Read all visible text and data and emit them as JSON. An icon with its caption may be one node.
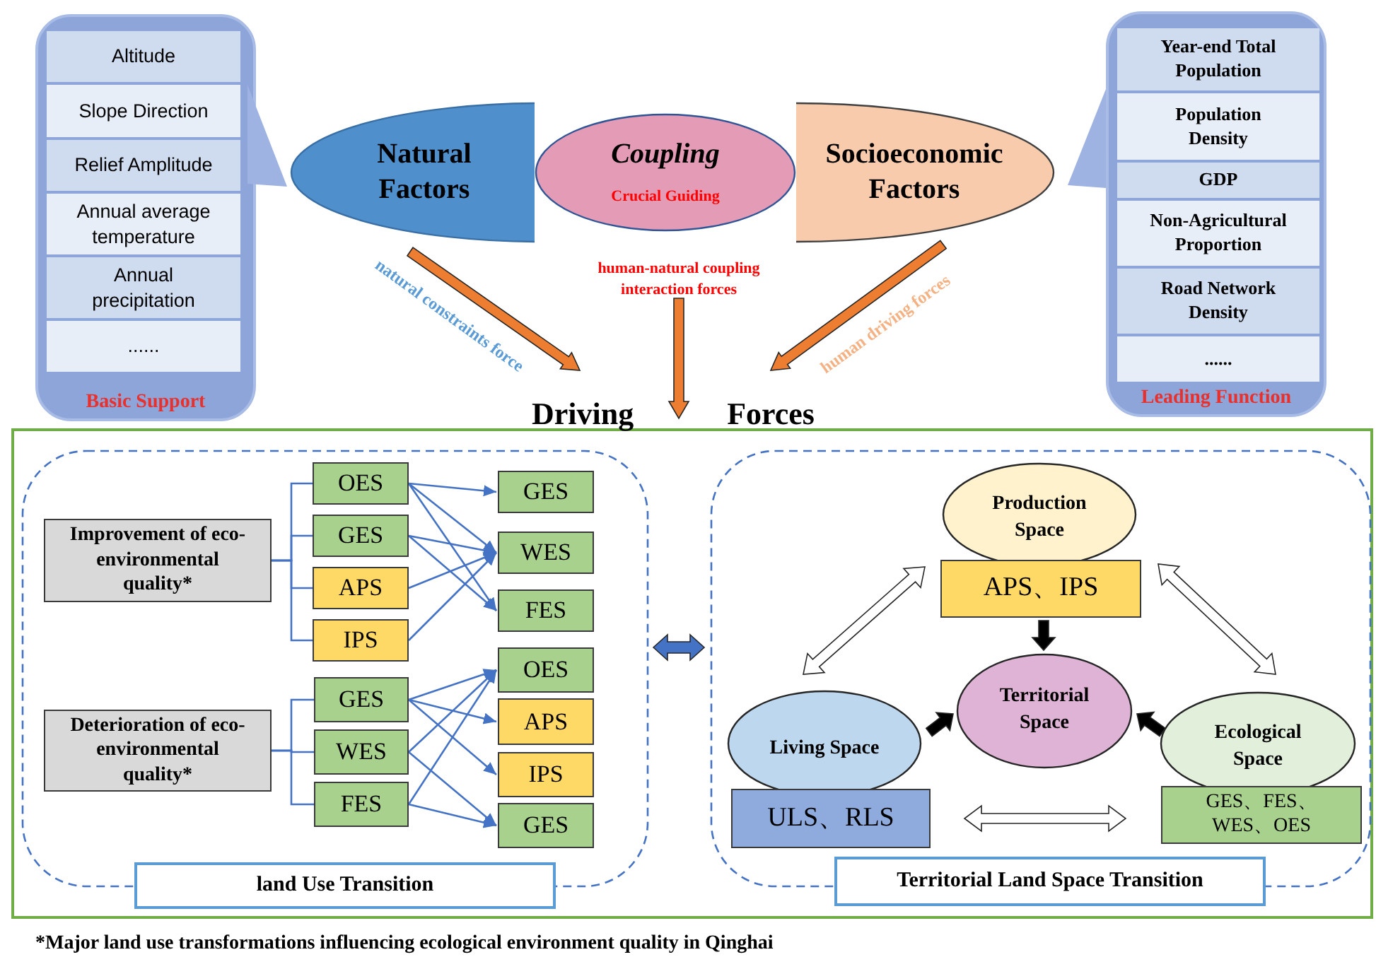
{
  "diagram": {
    "caption": "*Major land use transformations influencing ecological environment quality in Qinghai",
    "nodes": [
      {
        "text": [
          "Basic Support"
        ]
      },
      {
        "text": [
          "Altitude"
        ],
        "in": 0
      },
      {
        "text": [
          "Slope Direction"
        ],
        "in": 0
      },
      {
        "text": [
          "Relief Amplitude"
        ],
        "in": 0
      },
      {
        "text": [
          "Annual average temperature"
        ],
        "in": 0
      },
      {
        "text": [
          "Annual precipitation"
        ],
        "in": 0
      },
      {
        "text": [
          "......"
        ],
        "in": 0
      },
      {
        "text": [
          "Natural Factors"
        ]
      },
      {
        "text": [
          "Coupling",
          "Crucial Guiding"
        ]
      },
      {
        "text": [
          "Socioeconomic Factors"
        ]
      },
      {
        "text": [
          "Leading Function"
        ]
      },
      {
        "text": [
          "Year-end Total Population"
        ],
        "in": 10
      },
      {
        "text": [
          "Population Density"
        ],
        "in": 10
      },
      {
        "text": [
          "GDP"
        ],
        "in": 10
      },
      {
        "text": [
          "Non-Agricultural Proportion"
        ],
        "in": 10
      },
      {
        "text": [
          "Road Network Density"
        ],
        "in": 10
      },
      {
        "text": [
          "......"
        ],
        "in": 10
      },
      {
        "text": [
          "Driving",
          "Forces"
        ]
      },
      {
        "text": [
          "land Use Transition"
        ]
      },
      {
        "text": [
          "Improvement of eco-environmental quality*"
        ],
        "in": 18
      },
      {
        "text": [
          "OES"
        ],
        "in": 18
      },
      {
        "text": [
          "GES"
        ],
        "in": 18
      },
      {
        "text": [
          "APS"
        ],
        "in": 18
      },
      {
        "text": [
          "IPS"
        ],
        "in": 18
      },
      {
        "text": [
          "GES"
        ],
        "in": 18
      },
      {
        "text": [
          "WES"
        ],
        "in": 18
      },
      {
        "text": [
          "FES"
        ],
        "in": 18
      },
      {
        "text": [
          "Deterioration of eco-environmental quality*"
        ],
        "in": 18
      },
      {
        "text": [
          "GES"
        ],
        "in": 18
      },
      {
        "text": [
          "WES"
        ],
        "in": 18
      },
      {
        "text": [
          "FES"
        ],
        "in": 18
      },
      {
        "text": [
          "OES"
        ],
        "in": 18
      },
      {
        "text": [
          "APS"
        ],
        "in": 18
      },
      {
        "text": [
          "IPS"
        ],
        "in": 18
      },
      {
        "text": [
          "GES"
        ],
        "in": 18
      },
      {
        "text": [
          "Territorial Land Space Transition"
        ]
      },
      {
        "text": [
          "Production Space"
        ],
        "in": 35
      },
      {
        "text": [
          "APS、IPS"
        ],
        "in": 35
      },
      {
        "text": [
          "Territorial Space"
        ],
        "in": 35
      },
      {
        "text": [
          "Living Space"
        ],
        "in": 35
      },
      {
        "text": [
          "ULS、RLS"
        ],
        "in": 35
      },
      {
        "text": [
          "Ecological Space"
        ],
        "in": 35
      },
      {
        "text": [
          "GES、FES、WES、OES"
        ],
        "in": 35
      }
    ],
    "edges": [
      {
        "from": 7,
        "to": 17,
        "arrow": "to",
        "label": "natural constraints force",
        "style": "thick",
        "color": "#ed7d31"
      },
      {
        "from": 8,
        "to": 17,
        "arrow": "to",
        "label": "human-natural coupling interaction forces",
        "style": "thick",
        "color": "#ed7d31"
      },
      {
        "from": 9,
        "to": 17,
        "arrow": "to",
        "label": "human driving forces",
        "style": "thick",
        "color": "#ed7d31"
      },
      {
        "from": 19,
        "to": 20,
        "arrow": "none"
      },
      {
        "from": 19,
        "to": 21,
        "arrow": "none"
      },
      {
        "from": 19,
        "to": 22,
        "arrow": "none"
      },
      {
        "from": 19,
        "to": 23,
        "arrow": "none"
      },
      {
        "from": 20,
        "to": 24,
        "arrow": "to"
      },
      {
        "from": 20,
        "to": 25,
        "arrow": "to"
      },
      {
        "from": 20,
        "to": 26,
        "arrow": "to"
      },
      {
        "from": 21,
        "to": 25,
        "arrow": "to"
      },
      {
        "from": 21,
        "to": 26,
        "arrow": "to"
      },
      {
        "from": 22,
        "to": 25,
        "arrow": "to"
      },
      {
        "from": 23,
        "to": 25,
        "arrow": "to"
      },
      {
        "from": 27,
        "to": 28,
        "arrow": "none"
      },
      {
        "from": 27,
        "to": 29,
        "arrow": "none"
      },
      {
        "from": 27,
        "to": 30,
        "arrow": "none"
      },
      {
        "from": 28,
        "to": 31,
        "arrow": "to"
      },
      {
        "from": 28,
        "to": 32,
        "arrow": "to"
      },
      {
        "from": 28,
        "to": 33,
        "arrow": "to"
      },
      {
        "from": 29,
        "to": 31,
        "arrow": "to"
      },
      {
        "from": 29,
        "to": 34,
        "arrow": "to"
      },
      {
        "from": 30,
        "to": 31,
        "arrow": "to"
      },
      {
        "from": 30,
        "to": 34,
        "arrow": "to"
      },
      {
        "from": 18,
        "to": 35,
        "arrow": "both",
        "style": "thick"
      },
      {
        "from": 37,
        "to": 39,
        "arrow": "both",
        "style": "thick",
        "color": "#ffffff"
      },
      {
        "from": 37,
        "to": 41,
        "arrow": "both",
        "style": "thick",
        "color": "#ffffff"
      },
      {
        "from": 40,
        "to": 42,
        "arrow": "both",
        "style": "thick",
        "color": "#ffffff"
      },
      {
        "from": 37,
        "to": 38,
        "arrow": "to",
        "style": "thick",
        "color": "#000000"
      },
      {
        "from": 39,
        "to": 38,
        "arrow": "to",
        "style": "thick",
        "color": "#000000"
      },
      {
        "from": 41,
        "to": 38,
        "arrow": "to",
        "style": "thick",
        "color": "#000000"
      }
    ]
  }
}
